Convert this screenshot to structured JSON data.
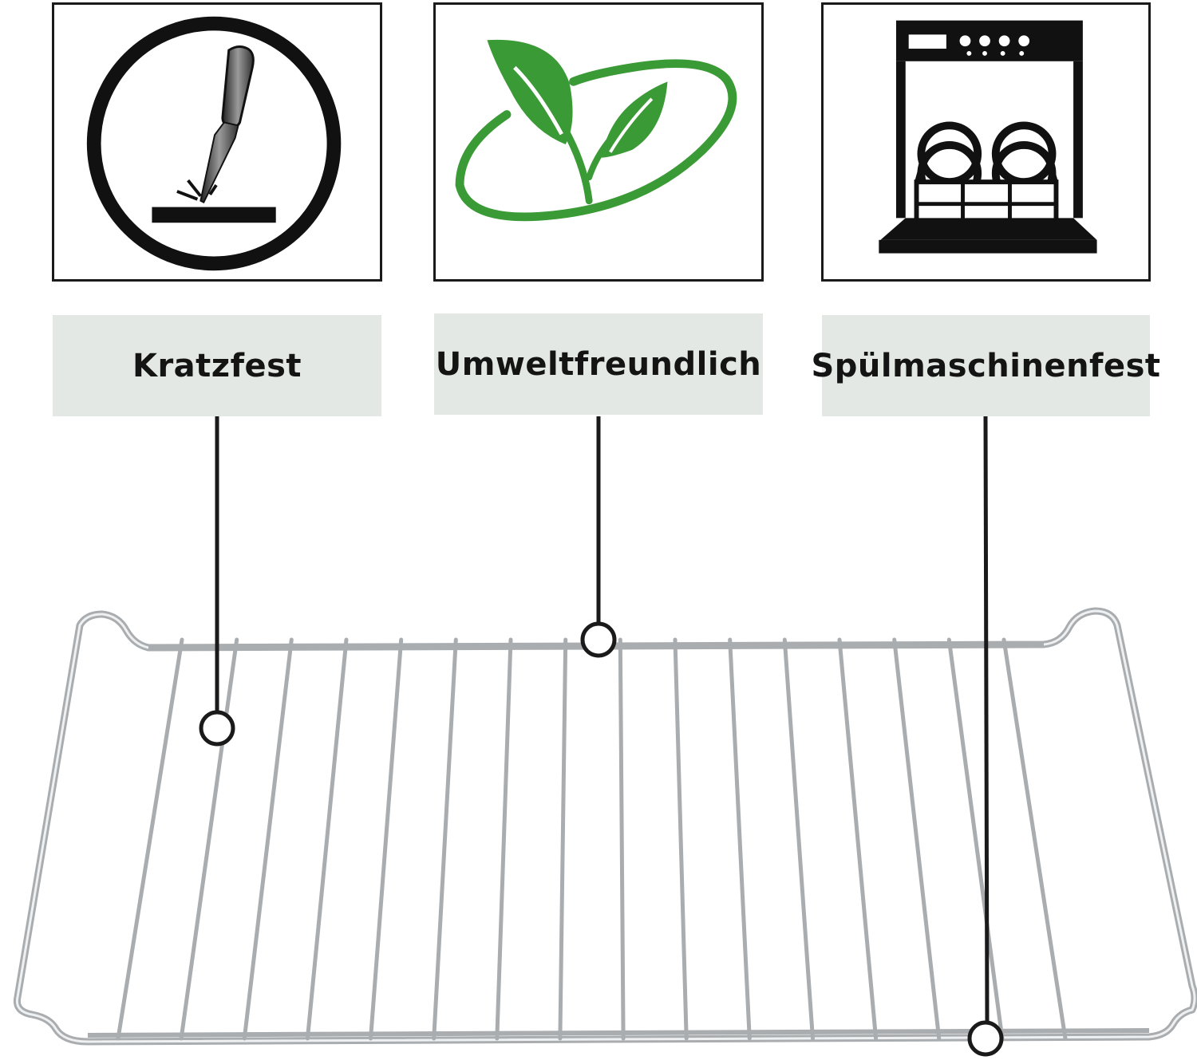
{
  "features": [
    {
      "label": "Kratzfest",
      "icon": "scratch-resistant-knife-icon"
    },
    {
      "label": "Umweltfreundlich",
      "icon": "eco-leaf-icon"
    },
    {
      "label": "Spülmaschinenfest",
      "icon": "dishwasher-safe-icon"
    }
  ],
  "colors": {
    "label_background": "#e3e8e4",
    "icon_frame": "#1a1a1a",
    "leaf_green": "#3a9a35",
    "callout_line": "#1a1a1a",
    "rack_wire": "#a9adb0"
  }
}
